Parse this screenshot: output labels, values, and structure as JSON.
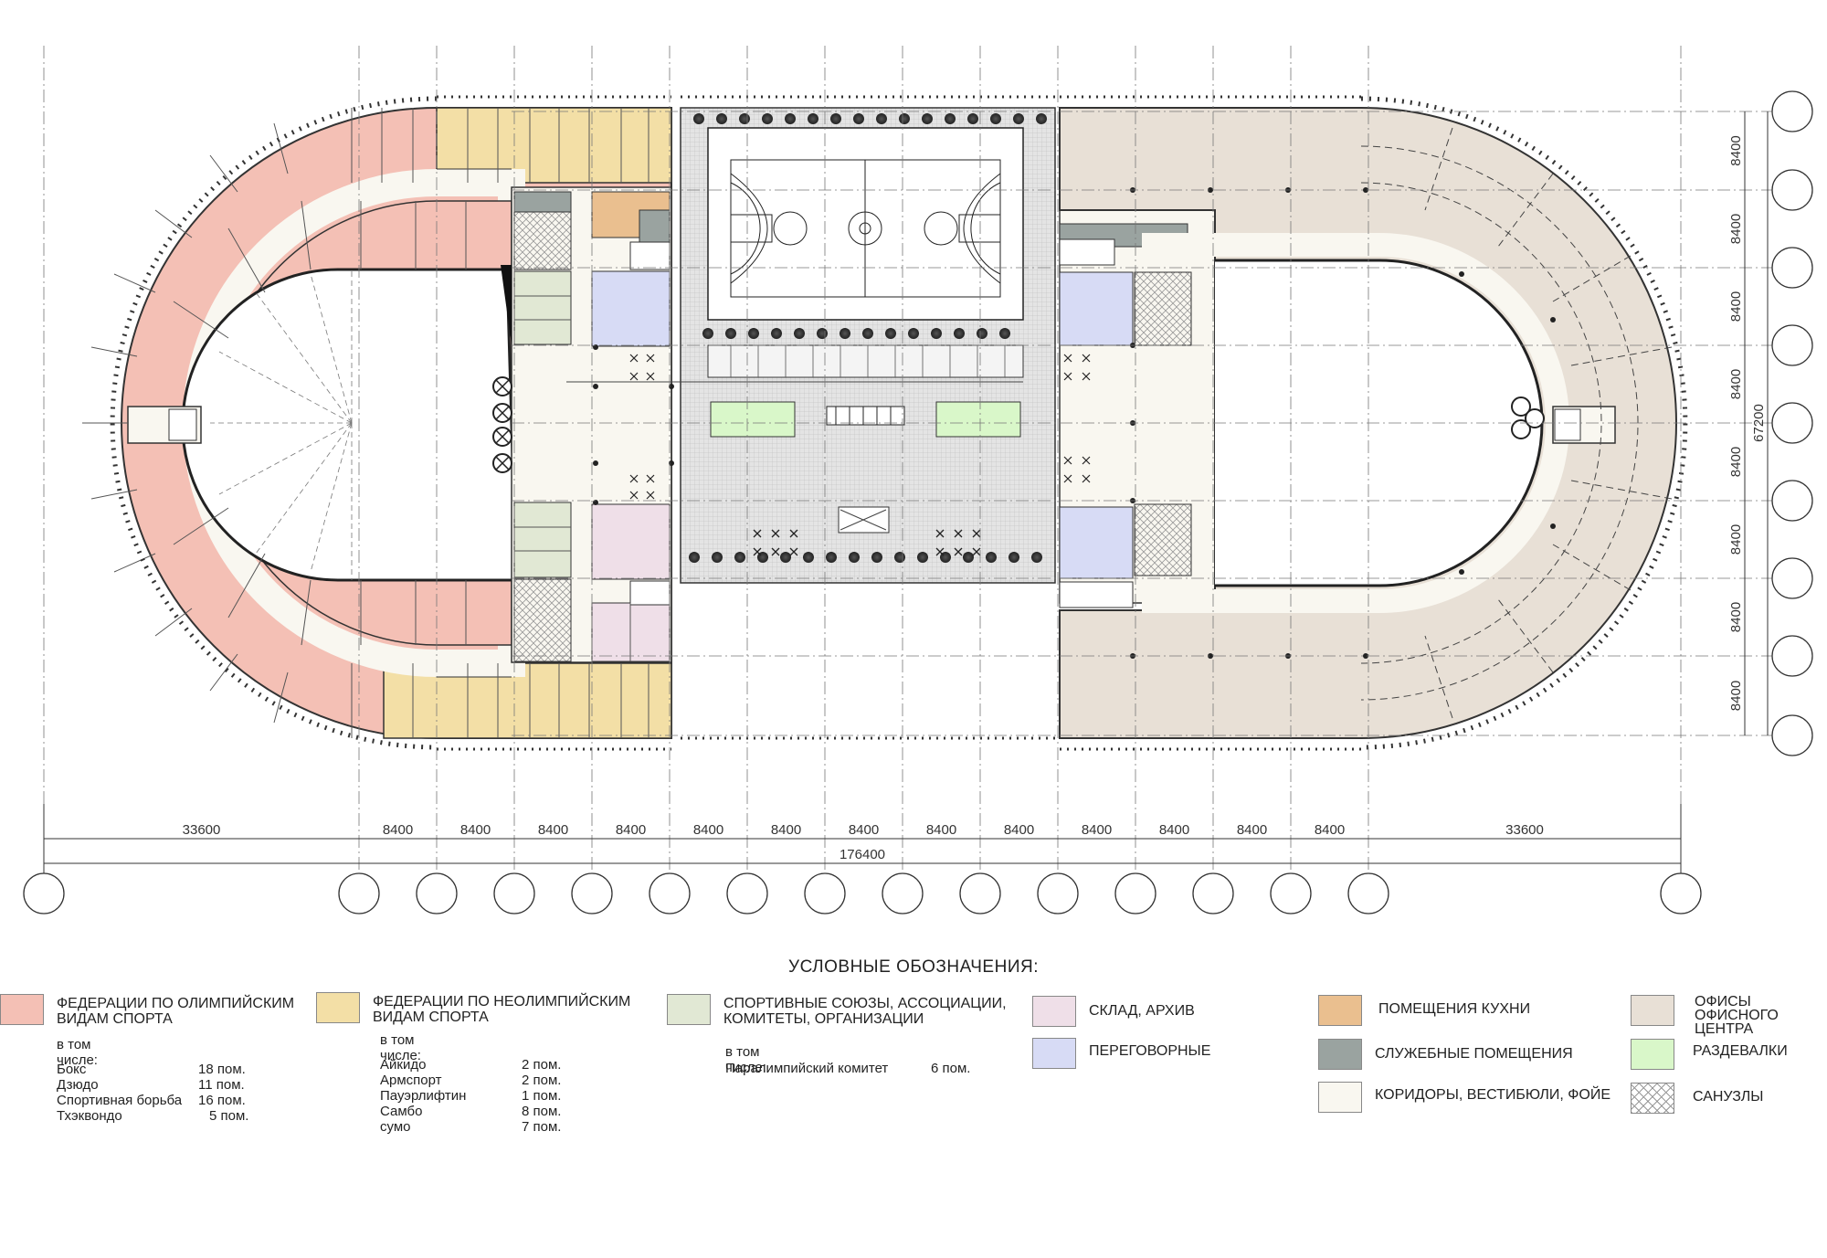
{
  "colors": {
    "olympic": "#f4c0b5",
    "non_olympic": "#f3dfa6",
    "unions": "#e1e8d4",
    "storage": "#efdfe8",
    "meeting": "#d7dbf5",
    "kitchen": "#eabf8f",
    "service": "#9aa3a0",
    "corridor": "#f9f7f0",
    "offices": "#e8e0d6",
    "locker": "#d9f7c9",
    "toilet": "#ffffff"
  },
  "dimensions": {
    "bottom_row": [
      "33600",
      "8400",
      "8400",
      "8400",
      "8400",
      "8400",
      "8400",
      "8400",
      "8400",
      "8400",
      "8400",
      "8400",
      "8400",
      "8400",
      "33600"
    ],
    "total_width": "176400",
    "right_column": [
      "8400",
      "8400",
      "8400",
      "8400",
      "8400",
      "8400",
      "8400",
      "8400"
    ],
    "total_height": "67200"
  },
  "legend": {
    "title": "УСЛОВНЫЕ ОБОЗНАЧЕНИЯ:",
    "items": {
      "olympic": {
        "label": "ФЕДЕРАЦИИ ПО ОЛИМПИЙСКИМ ВИДАМ СПОРТА",
        "subtitle": "в том числе:",
        "rows": [
          {
            "name": "Бокс",
            "count": "18 пом."
          },
          {
            "name": "Дзюдо",
            "count": "11 пом."
          },
          {
            "name": "Спортивная борьба",
            "count": "16 пом."
          },
          {
            "name": "Тхэквондо",
            "count": "5 пом."
          }
        ]
      },
      "non_olympic": {
        "label": "ФЕДЕРАЦИИ ПО НЕОЛИМПИЙСКИМ ВИДАМ СПОРТА",
        "subtitle": "в том числе:",
        "rows": [
          {
            "name": "Айкидо",
            "count": "2 пом."
          },
          {
            "name": "Армспорт",
            "count": "2 пом."
          },
          {
            "name": "Пауэрлифтин",
            "count": "1 пом."
          },
          {
            "name": "Самбо",
            "count": "8 пом."
          },
          {
            "name": "сумо",
            "count": "7 пом."
          }
        ]
      },
      "unions": {
        "label": "СПОРТИВНЫЕ СОЮЗЫ, АССОЦИАЦИИ, КОМИТЕТЫ, ОРГАНИЗАЦИИ",
        "subtitle": "в том числе:",
        "rows": [
          {
            "name": "Паралимпийский комитет",
            "count": "6 пом."
          }
        ]
      },
      "storage": {
        "label": "СКЛАД, АРХИВ"
      },
      "meeting": {
        "label": "ПЕРЕГОВОРНЫЕ"
      },
      "kitchen": {
        "label": "ПОМЕЩЕНИЯ КУХНИ"
      },
      "service": {
        "label": "СЛУЖЕБНЫЕ ПОМЕЩЕНИЯ"
      },
      "corridor": {
        "label": "КОРИДОРЫ, ВЕСТИБЮЛИ, ФОЙЕ"
      },
      "offices": {
        "label": "ОФИСЫ ОФИСНОГО ЦЕНТРА"
      },
      "locker": {
        "label": "РАЗДЕВАЛКИ"
      },
      "toilet": {
        "label": "САНУЗЛЫ"
      }
    }
  }
}
